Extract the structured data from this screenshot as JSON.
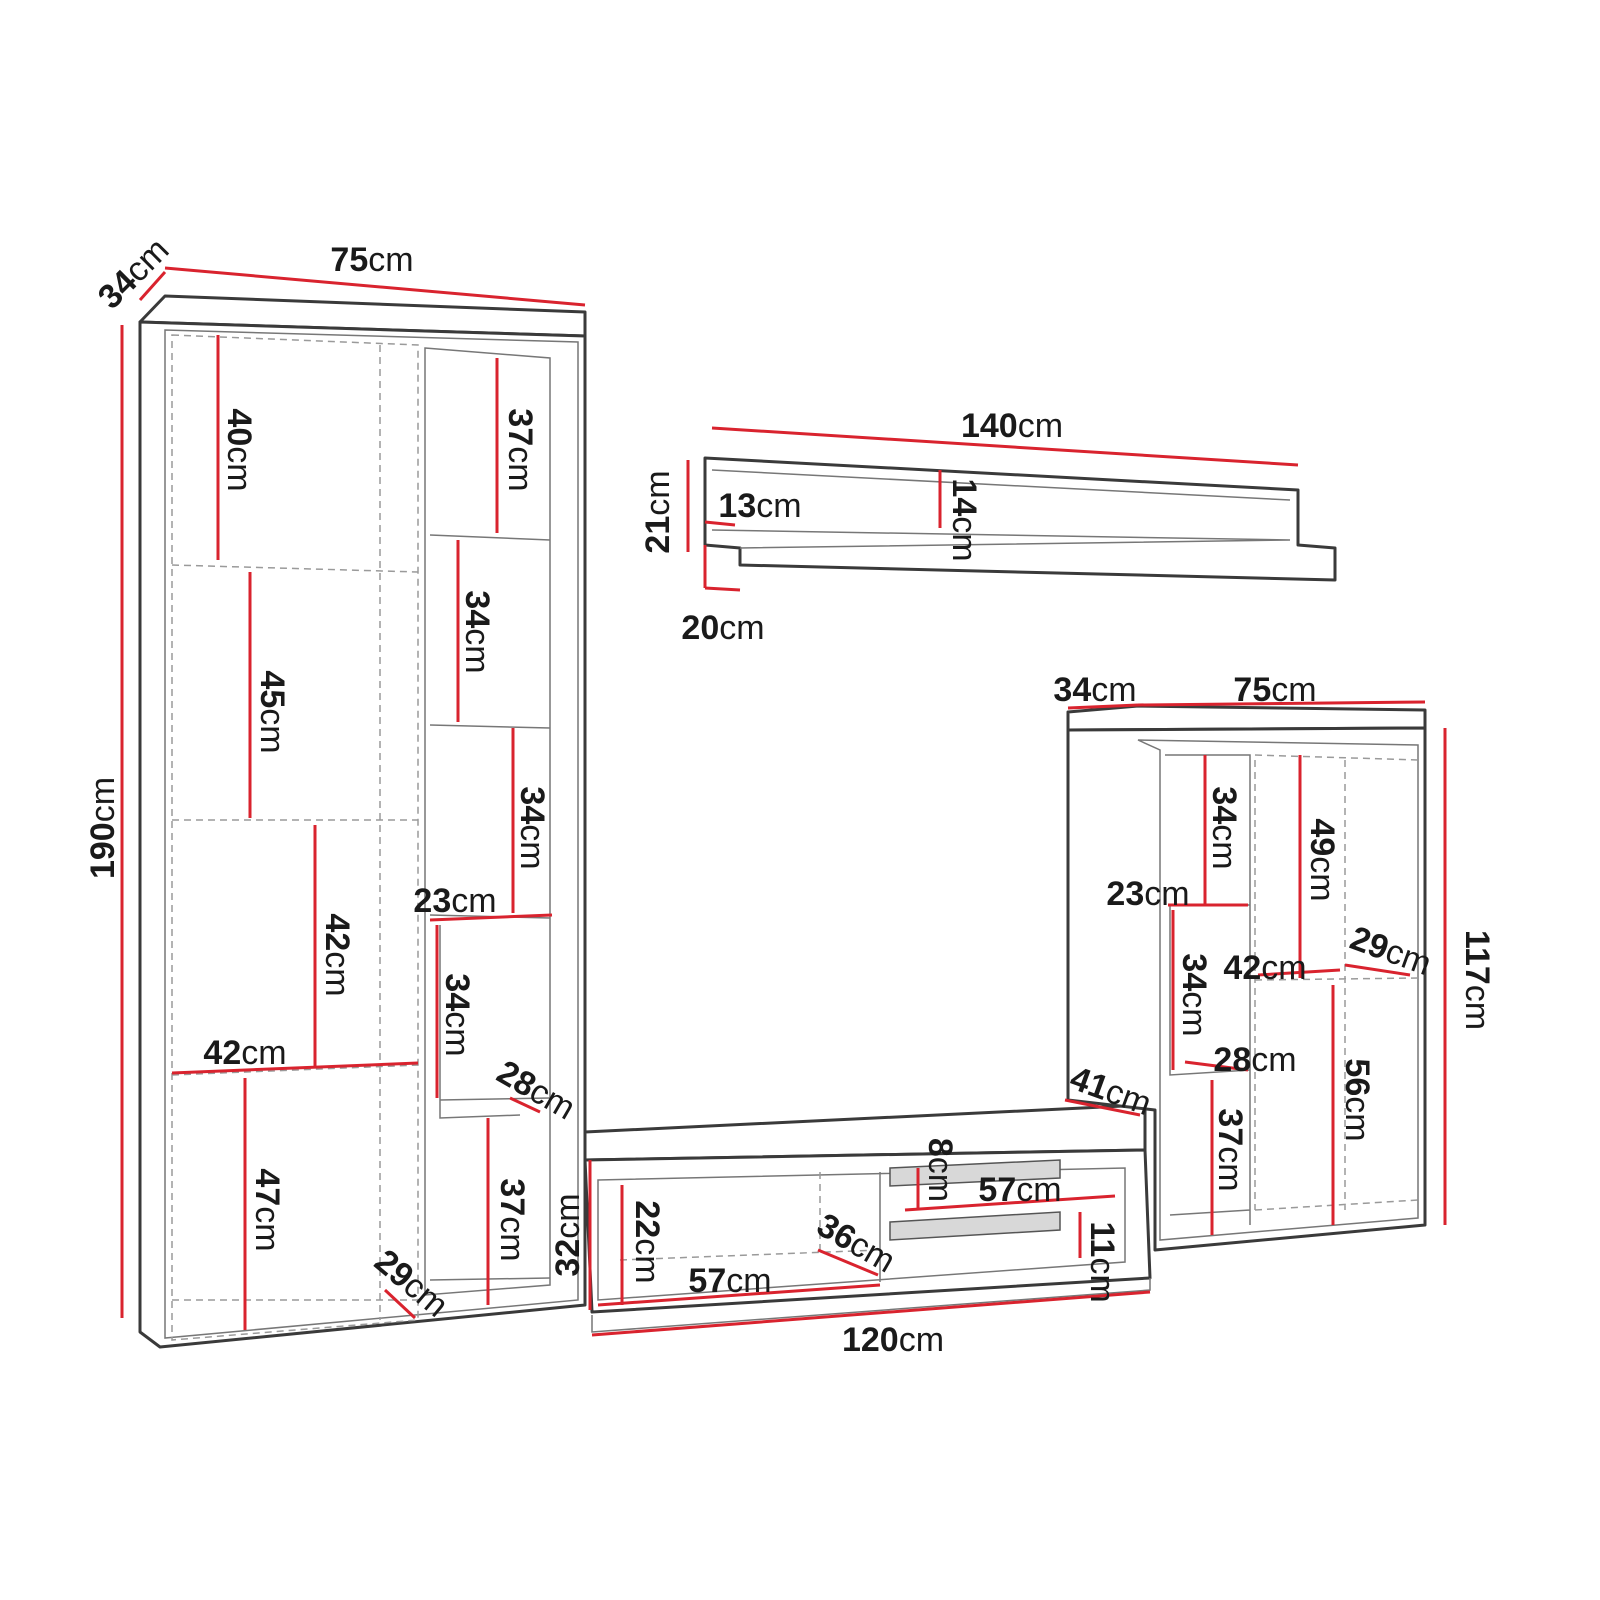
{
  "colors": {
    "dimension_line": "#d9232e",
    "outline": "#3a3a3a"
  },
  "labels": [
    {
      "value": "34",
      "unit": "cm"
    },
    {
      "value": "75",
      "unit": "cm"
    },
    {
      "value": "190",
      "unit": "cm"
    },
    {
      "value": "40",
      "unit": "cm"
    },
    {
      "value": "45",
      "unit": "cm"
    },
    {
      "value": "42",
      "unit": "cm"
    },
    {
      "value": "42",
      "unit": "cm"
    },
    {
      "value": "47",
      "unit": "cm"
    },
    {
      "value": "29",
      "unit": "cm"
    },
    {
      "value": "37",
      "unit": "cm"
    },
    {
      "value": "34",
      "unit": "cm"
    },
    {
      "value": "34",
      "unit": "cm"
    },
    {
      "value": "23",
      "unit": "cm"
    },
    {
      "value": "34",
      "unit": "cm"
    },
    {
      "value": "28",
      "unit": "cm"
    },
    {
      "value": "37",
      "unit": "cm"
    },
    {
      "value": "32",
      "unit": "cm"
    },
    {
      "value": "22",
      "unit": "cm"
    },
    {
      "value": "57",
      "unit": "cm"
    },
    {
      "value": "36",
      "unit": "cm"
    },
    {
      "value": "8",
      "unit": "cm"
    },
    {
      "value": "57",
      "unit": "cm"
    },
    {
      "value": "11",
      "unit": "cm"
    },
    {
      "value": "120",
      "unit": "cm"
    },
    {
      "value": "140",
      "unit": "cm"
    },
    {
      "value": "21",
      "unit": "cm"
    },
    {
      "value": "13",
      "unit": "cm"
    },
    {
      "value": "14",
      "unit": "cm"
    },
    {
      "value": "20",
      "unit": "cm"
    },
    {
      "value": "34",
      "unit": "cm"
    },
    {
      "value": "75",
      "unit": "cm"
    },
    {
      "value": "117",
      "unit": "cm"
    },
    {
      "value": "41",
      "unit": "cm"
    },
    {
      "value": "34",
      "unit": "cm"
    },
    {
      "value": "23",
      "unit": "cm"
    },
    {
      "value": "49",
      "unit": "cm"
    },
    {
      "value": "42",
      "unit": "cm"
    },
    {
      "value": "29",
      "unit": "cm"
    },
    {
      "value": "34",
      "unit": "cm"
    },
    {
      "value": "28",
      "unit": "cm"
    },
    {
      "value": "56",
      "unit": "cm"
    },
    {
      "value": "37",
      "unit": "cm"
    }
  ]
}
